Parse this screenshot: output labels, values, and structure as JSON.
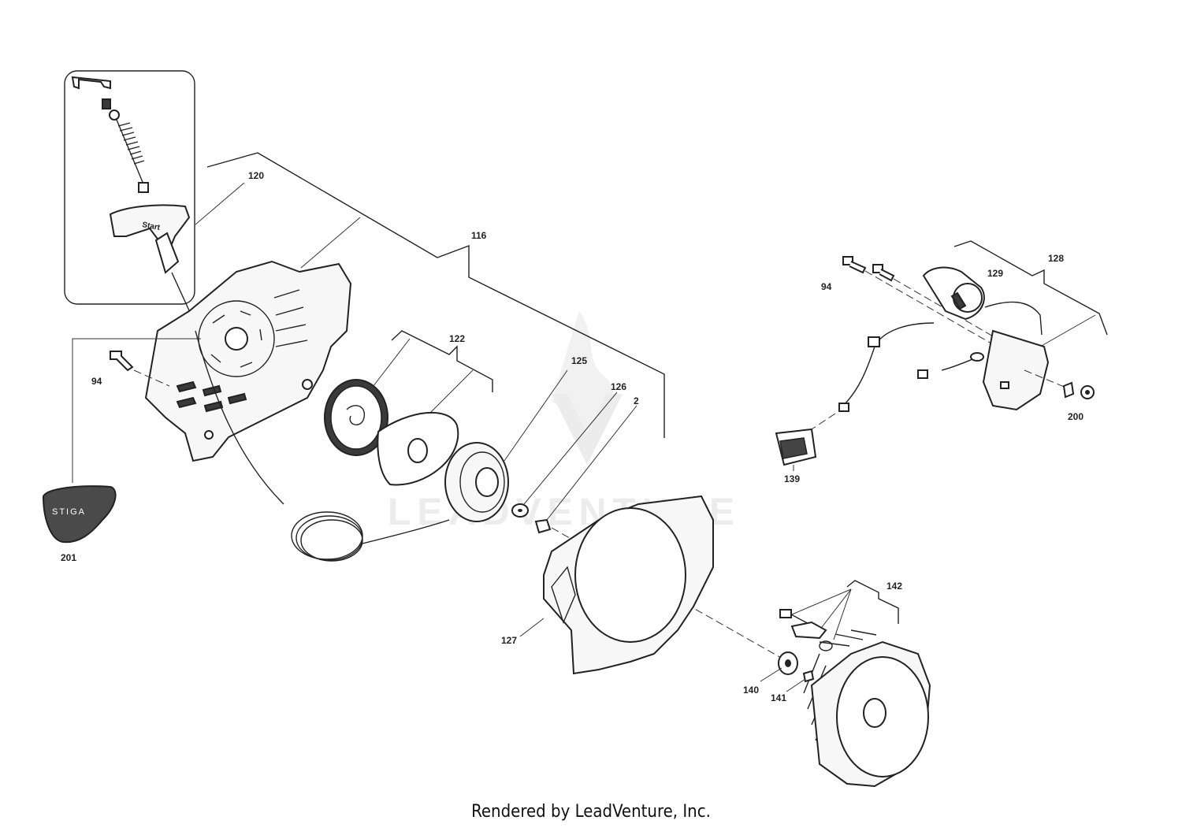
{
  "watermark": {
    "text": "LEADVENTURE"
  },
  "footer": {
    "text": "Rendered by LeadVenture, Inc."
  },
  "logo": {
    "text": "STIGA"
  },
  "handle": {
    "text": "Start"
  },
  "labels": {
    "p120": "120",
    "p116": "116",
    "p122": "122",
    "p125": "125",
    "p126": "126",
    "p2": "2",
    "p94a": "94",
    "p94b": "94",
    "p201": "201",
    "p127": "127",
    "p128": "128",
    "p129": "129",
    "p139": "139",
    "p200": "200",
    "p142": "142",
    "p140": "140",
    "p141": "141"
  }
}
